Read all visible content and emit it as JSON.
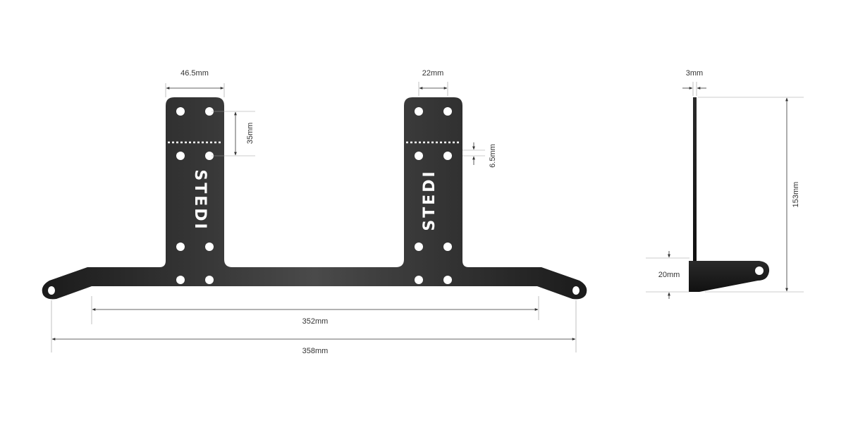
{
  "brand": {
    "logo_text": "STEDI"
  },
  "front_view": {
    "dimensions": {
      "left_tab_width": "46.5mm",
      "right_tab_width": "22mm",
      "hole_spacing_vertical": "35mm",
      "perforation_offset": "6.5mm",
      "inner_hole_span": "352mm",
      "overall_length": "358mm"
    }
  },
  "side_view": {
    "dimensions": {
      "thickness": "3mm",
      "height": "153mm",
      "foot_height": "20mm"
    }
  },
  "colors": {
    "bracket_dark": "#1b1b1b",
    "bracket_mid": "#4a4a4a",
    "dimension_line": "#333333",
    "label_text": "#333333",
    "hole_fill": "#ffffff"
  }
}
